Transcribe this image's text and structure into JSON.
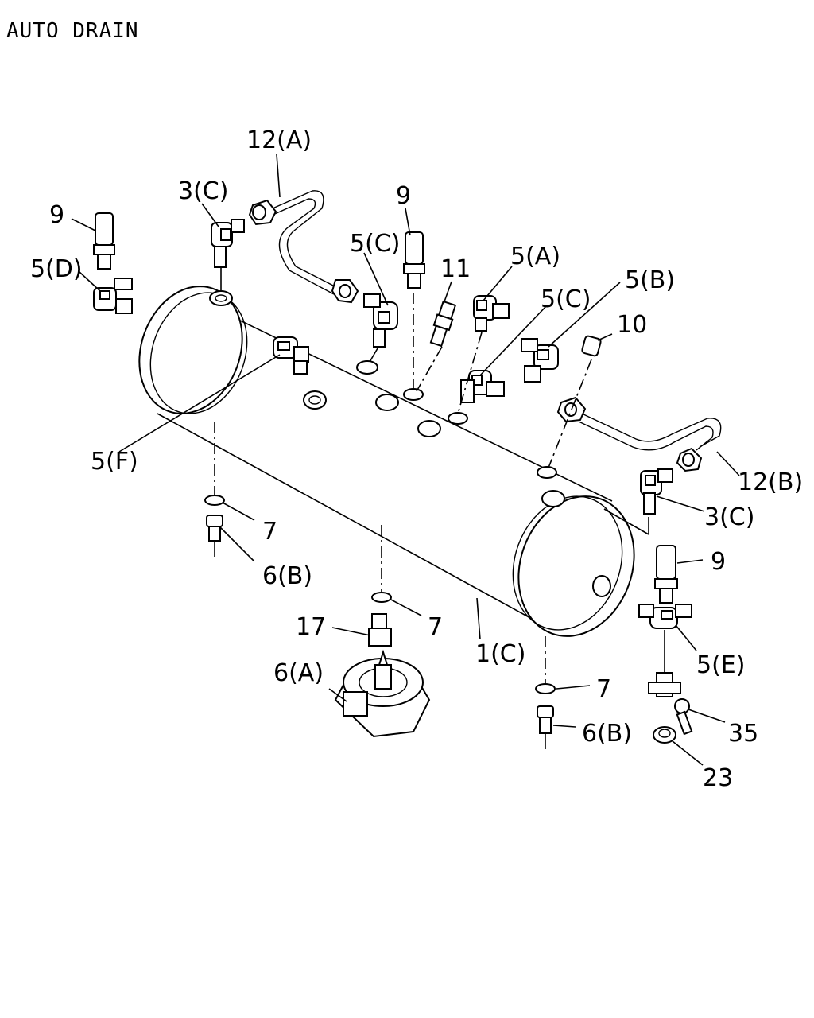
{
  "title": "AUTO DRAIN",
  "labels": {
    "l_12a": "12(A)",
    "l_3c_top": "3(C)",
    "l_9_left": "9",
    "l_5d": "5(D)",
    "l_9_mid": "9",
    "l_5c_mid": "5(C)",
    "l_11": "11",
    "l_5a": "5(A)",
    "l_5c_right": "5(C)",
    "l_5b": "5(B)",
    "l_10": "10",
    "l_5f": "5(F)",
    "l_12b": "12(B)",
    "l_3c_right": "3(C)",
    "l_7_left": "7",
    "l_6b_left": "6(B)",
    "l_9_right": "9",
    "l_17": "17",
    "l_7_mid": "7",
    "l_1c": "1(C)",
    "l_6a": "6(A)",
    "l_5e": "5(E)",
    "l_7_right": "7",
    "l_6b_right": "6(B)",
    "l_35": "35",
    "l_23": "23"
  }
}
